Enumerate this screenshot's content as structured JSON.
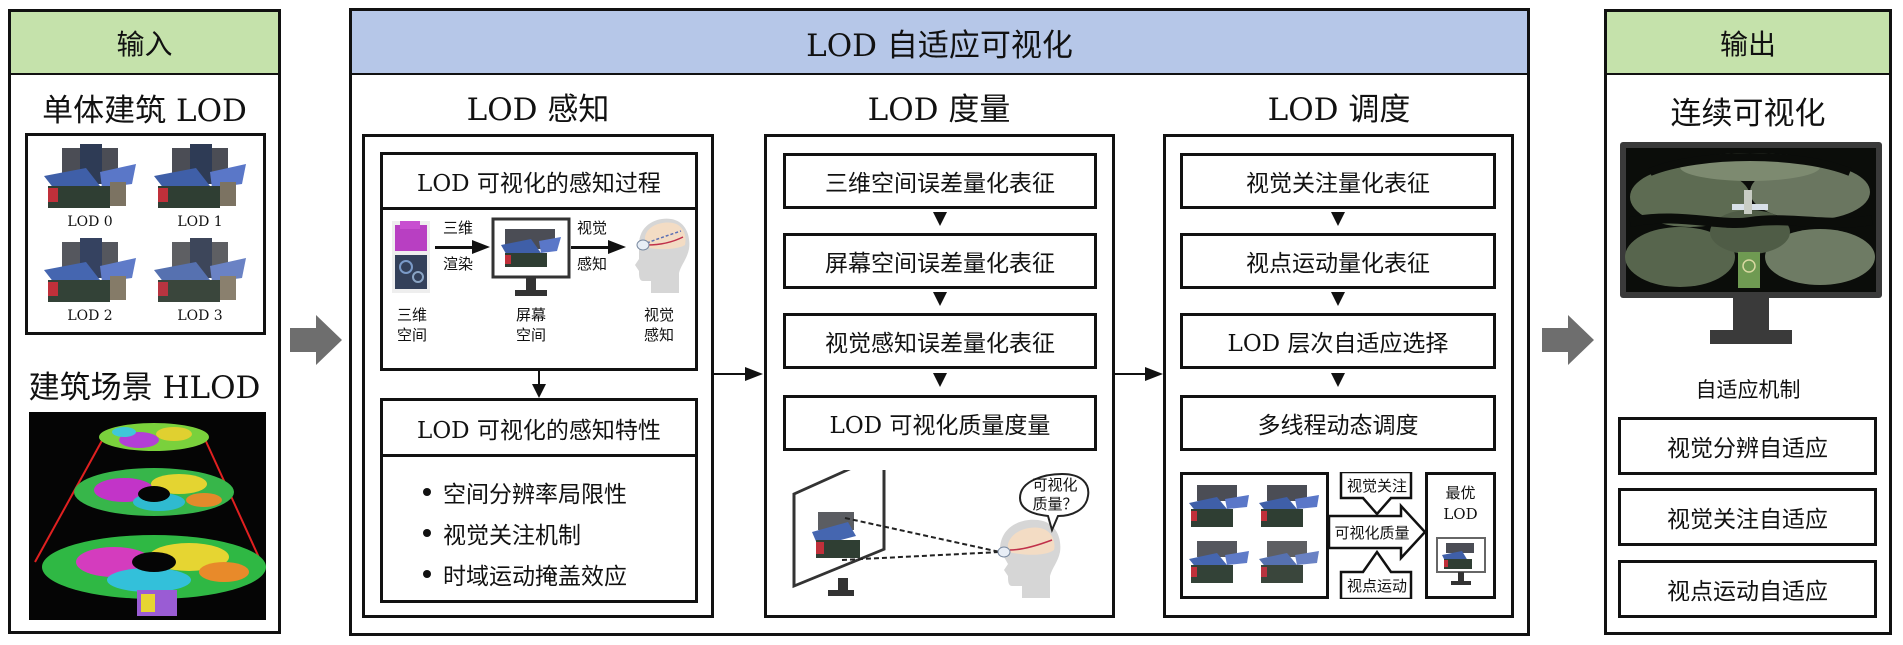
{
  "input_panel": {
    "header": "输入",
    "single_title": "单体建筑 LOD",
    "lod_labels": [
      "LOD 0",
      "LOD 1",
      "LOD 2",
      "LOD 3"
    ],
    "scene_title": "建筑场景 HLOD"
  },
  "main_panel": {
    "header": "LOD 自适应可视化",
    "columns": {
      "perception": {
        "title": "LOD 感知",
        "process_box": {
          "title": "LOD 可视化的感知过程",
          "arrow1_label_top": "三维",
          "arrow1_label_bottom": "渲染",
          "arrow2_label_top": "视觉",
          "arrow2_label_bottom": "感知",
          "caption1": [
            "三维",
            "空间"
          ],
          "caption2": [
            "屏幕",
            "空间"
          ],
          "caption3": [
            "视觉",
            "感知"
          ]
        },
        "traits_box": {
          "title": "LOD 可视化的感知特性",
          "items": [
            "空间分辨率局限性",
            "视觉关注机制",
            "时域运动掩盖效应"
          ]
        }
      },
      "metric": {
        "title": "LOD 度量",
        "steps": [
          "三维空间误差量化表征",
          "屏幕空间误差量化表征",
          "视觉感知误差量化表征",
          "LOD 可视化质量度量"
        ],
        "bubble": [
          "可视化",
          "质量？"
        ]
      },
      "scheduling": {
        "title": "LOD 调度",
        "steps": [
          "视觉关注量化表征",
          "视点运动量化表征",
          "LOD 层次自适应选择",
          "多线程动态调度"
        ],
        "diagram": {
          "attention": "视觉关注",
          "quality": "可视化质量",
          "motion": "视点运动",
          "best": [
            "最优",
            "LOD"
          ]
        }
      }
    }
  },
  "output_panel": {
    "header": "输出",
    "title": "连续可视化",
    "mechanism_label": "自适应机制",
    "mechanisms": [
      "视觉分辨自适应",
      "视觉关注自适应",
      "视点运动自适应"
    ]
  },
  "colors": {
    "green_header": "#c5e2ab",
    "blue_header": "#b6c7e8",
    "flow_arrow": "#6e6e6e"
  }
}
